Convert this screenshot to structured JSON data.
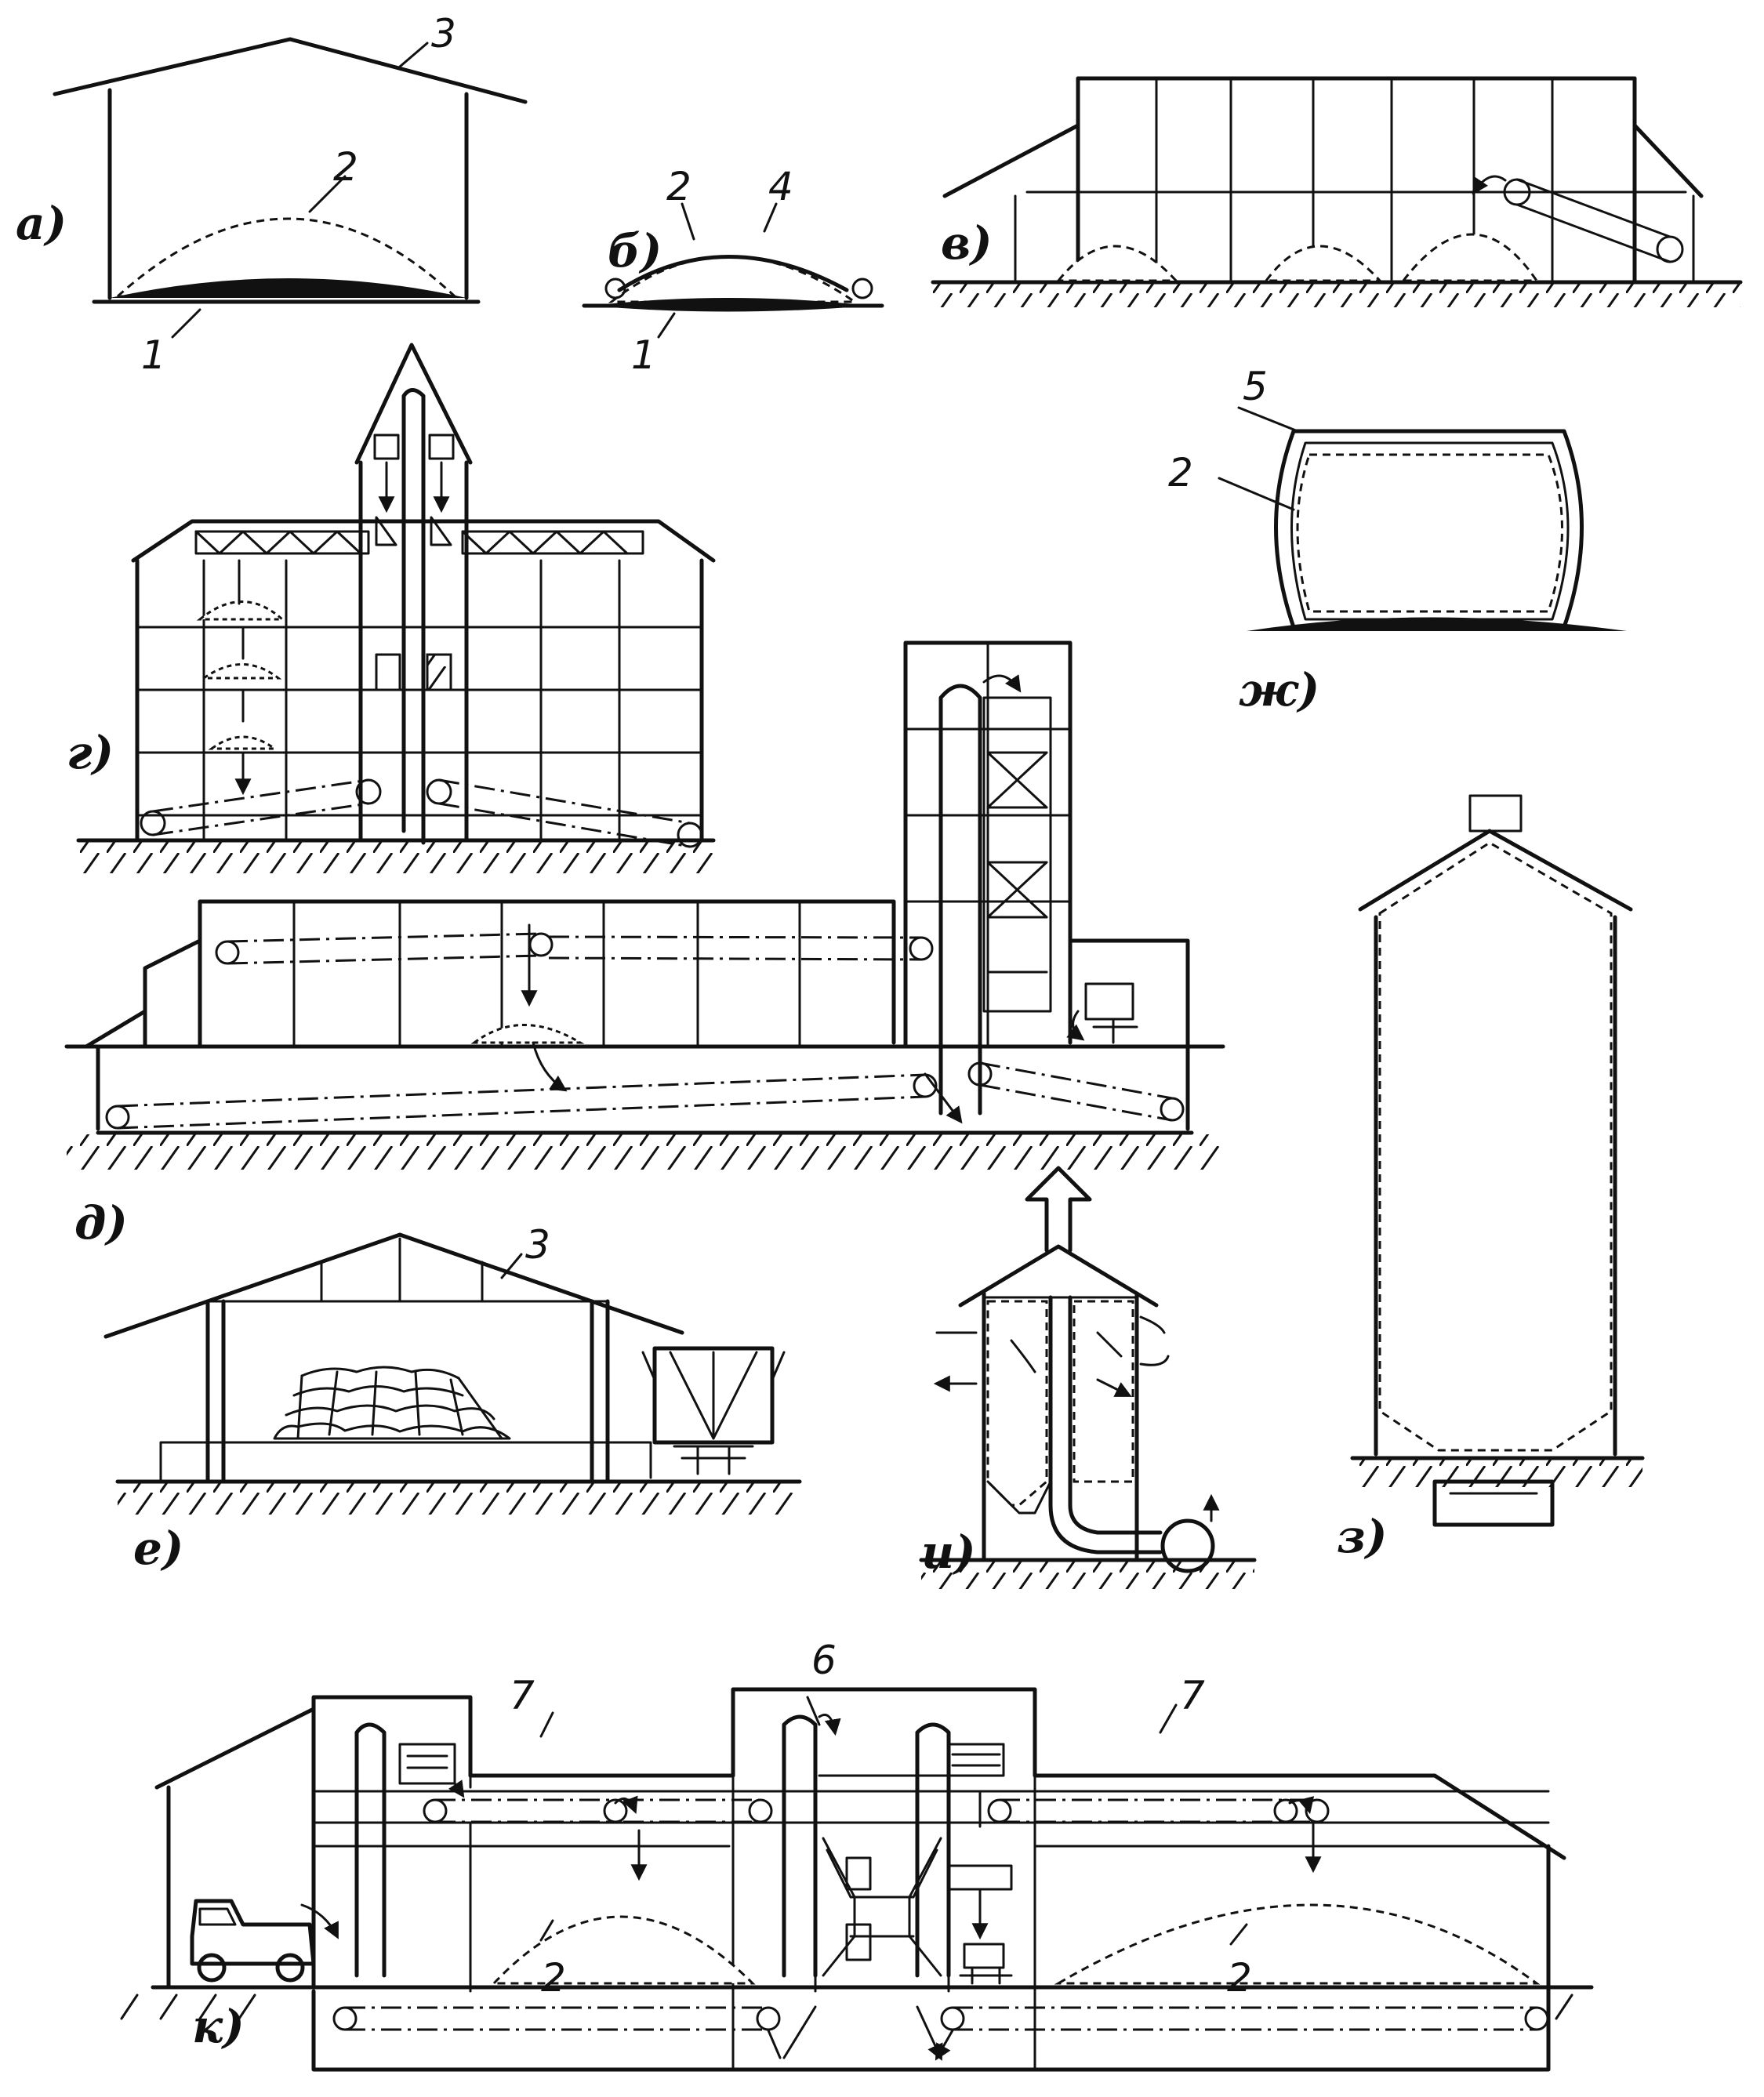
{
  "labels": {
    "a": "а)",
    "b": "б)",
    "v": "в)",
    "g": "г)",
    "d": "д)",
    "e": "е)",
    "zh": "ж)",
    "z": "з)",
    "i": "и)",
    "k": "к)"
  },
  "numbers": {
    "n1": "1",
    "n2": "2",
    "n3": "3",
    "n4": "4",
    "n5": "5",
    "n6": "6",
    "n7": "7"
  }
}
